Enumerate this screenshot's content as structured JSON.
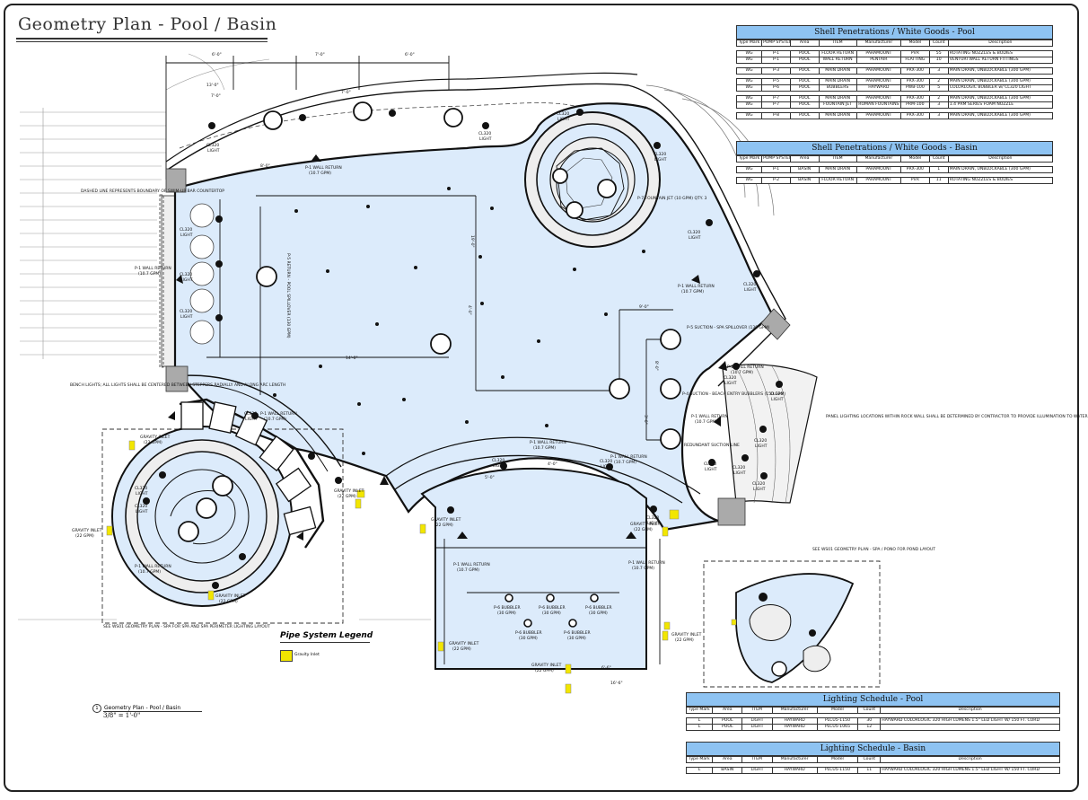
{
  "drawing": {
    "title": "Geometry Plan - Pool / Basin",
    "view_tag": {
      "number": "1",
      "name": "Geometry Plan - Pool / Basin",
      "scale": "3/8\" = 1'-0\""
    },
    "pipe_legend": {
      "title": "Pipe System Legend",
      "items": [
        {
          "label": "Gravity Inlet",
          "color": "#f2e600"
        }
      ]
    },
    "colors": {
      "water": "#dcebfb",
      "deck": "#e6e6e6",
      "header": "#8ec3f2",
      "gravity_inlet": "#f2e600"
    }
  },
  "schedules": {
    "pool_penetrations": {
      "title": "Shell Penetrations / White Goods - Pool",
      "headers": [
        "Type Mark",
        "PUMP SYSTEM",
        "Area",
        "ITEM",
        "Manufacturer",
        "Model",
        "Count",
        "Description"
      ],
      "rows": [
        [
          "WG",
          "P-1",
          "POOL",
          "FLOOR RETURN",
          "PARAMOUNT",
          "PVR",
          "55",
          "ROTATING NOZZLES & BODIES"
        ],
        [
          "WG",
          "P-1",
          "POOL",
          "WALL RETURN",
          "PENTAIR",
          "FLATTING",
          "10",
          "VENTURI WALL RETURN FITTINGS"
        ],
        null,
        [
          "WG",
          "P-3",
          "POOL",
          "MAIN DRAIN",
          "PARAMOUNT",
          "PRX-300",
          "3",
          "MAIN DRAIN, UNBLOCKABLE (300 GPM)"
        ],
        null,
        [
          "WG",
          "P-5",
          "POOL",
          "MAIN DRAIN",
          "PARAMOUNT",
          "PRX-300",
          "2",
          "MAIN DRAIN, UNBLOCKABLE (300 GPM)"
        ],
        [
          "WG",
          "P-6",
          "POOL",
          "BUBBLERS",
          "HAYWARD",
          "PWB-100",
          "5",
          "COLORLOGIC BUBBLER w/ CL320 LIGHT"
        ],
        null,
        [
          "WG",
          "P-7",
          "POOL",
          "MAIN DRAIN",
          "PARAMOUNT",
          "PRX-300",
          "2",
          "MAIN DRAIN, UNBLOCKABLE (300 GPM)"
        ],
        [
          "WG",
          "P-7",
          "POOL",
          "FOUNTAIN JET",
          "ROMAN FOUNTAINS",
          "PRM-100",
          "3",
          "1.4 PRM SERIES FOAM NOZZLE"
        ],
        null,
        [
          "WG",
          "P-8",
          "POOL",
          "MAIN DRAIN",
          "PARAMOUNT",
          "PRX-300",
          "3",
          "MAIN DRAIN, UNBLOCKABLE (300 GPM)"
        ]
      ]
    },
    "basin_penetrations": {
      "title": "Shell Penetrations / White Goods - Basin",
      "headers": [
        "Type Mark",
        "PUMP SYSTEM",
        "Area",
        "ITEM",
        "Manufacturer",
        "Model",
        "Count",
        "Description"
      ],
      "rows": [
        [
          "WG",
          "P-1",
          "BASIN",
          "MAIN DRAIN",
          "PARAMOUNT",
          "PRX-300",
          "1",
          "MAIN DRAIN, UNBLOCKABLE (300 GPM)"
        ],
        null,
        [
          "WG",
          "P-2",
          "BASIN",
          "FLOOR RETURN",
          "PARAMOUNT",
          "PVR",
          "11",
          "ROTATING NOZZLES & BODIES"
        ]
      ]
    },
    "lighting_pool": {
      "title": "Lighting Schedule - Pool",
      "headers": [
        "Type Mark",
        "Area",
        "ITEM",
        "Manufacturer",
        "Model",
        "Count",
        "Description"
      ],
      "rows": [
        [
          "L",
          "POOL",
          "LIGHT",
          "HAYWARD",
          "PLCU5-1150",
          "30",
          "HAYWARD COLORLOGIC 320 HIGH LUMENS 1.5\" LED LIGHT W/ 150 FT. CORD"
        ],
        [
          "L",
          "POOL",
          "LIGHT",
          "HAYWARD",
          "PLCU5-1065",
          "12",
          ""
        ]
      ]
    },
    "lighting_basin": {
      "title": "Lighting Schedule - Basin",
      "headers": [
        "Type Mark",
        "Area",
        "ITEM",
        "Manufacturer",
        "Model",
        "Count",
        "Description"
      ],
      "rows": [
        [
          "L",
          "BASIN",
          "LIGHT",
          "HAYWARD",
          "PLCU5-1150",
          "11",
          "HAYWARD COLORLOGIC 320 HIGH LUMENS 1.5\" LED LIGHT W/ 150 FT. CORD"
        ]
      ]
    }
  },
  "annotations": {
    "cl320": "CL320",
    "light": "LIGHT",
    "wall_return": "P-1 WALL RETURN",
    "wall_return_gpm": "(10.7 GPM)",
    "gravity_inlet": "GRAVITY INLET",
    "gravity_inlet_gpm": "(22 GPM)",
    "bubbler": "P-6 BUBBLER",
    "bubbler_gpm": "(30 GPM)",
    "suction_spillover": "P-5 SUCTION - SPA SPILLOVER (130 GPM)",
    "return_pool_spillover": "P-5 RETURN - POOL SPILLOVER (130 GPM)",
    "fountain_jet": "P-7 FOUNTAIN JET (10 GPM) QTY. 3",
    "suction_beach": "P-4 SUCTION - BEACH ENTRY BUBBLERS (150 GPM)",
    "redundant_suction": "REDUNDANT SUCTION LINE",
    "dashed_line_note": "DASHED LINE REPRESENTS BOUNDARY OF SWIM-UP BAR COUNTERTOP",
    "bench_lights_note": "BENCH LIGHTS; ALL LIGHTS SHALL BE CENTERED BETWEEN STEPPERS RADIALLY AND ALONG ARC LENGTH",
    "panel_lights_note": "PANEL LIGHTING LOCATIONS WITHIN ROCK WALL SHALL BE DETERMINED BY CONTRACTOR TO PROVIDE ILLUMINATION TO WATERFALL",
    "spa_note": "SEE WS01 GEOMETRY PLAN - SPA FOR SPA AND SPA PERIMETER LIGHTING LAYOUT",
    "basin_note": "SEE WS01 GEOMETRY PLAN - SPA / PONO FOR POND LAYOUT",
    "dims": [
      "6'-0\"",
      "7'-0\"",
      "6'-0\"",
      "7'-0\"",
      "8'-0\"",
      "7'-0\"",
      "13'-0\"",
      "14'-0\"",
      "19'-0\"",
      "4'-0\"",
      "9'-0\"",
      "8'-0\"",
      "3'-0\"",
      "5'-0\"",
      "4'-0\"",
      "16'-6\"",
      "6'-6\""
    ]
  }
}
